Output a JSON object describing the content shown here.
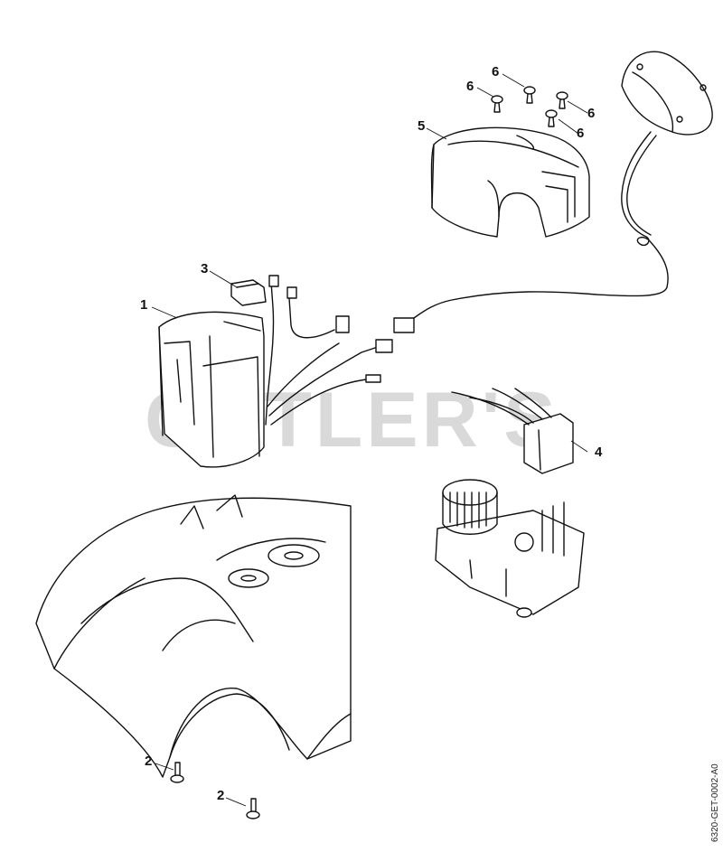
{
  "watermark": "CUTLER'S",
  "document_number": "6320-GET-0002-A0",
  "callouts": {
    "c1": "1",
    "c2a": "2",
    "c2b": "2",
    "c3": "3",
    "c4": "4",
    "c5": "5",
    "c6a": "6",
    "c6b": "6",
    "c6c": "6",
    "c6d": "6"
  }
}
